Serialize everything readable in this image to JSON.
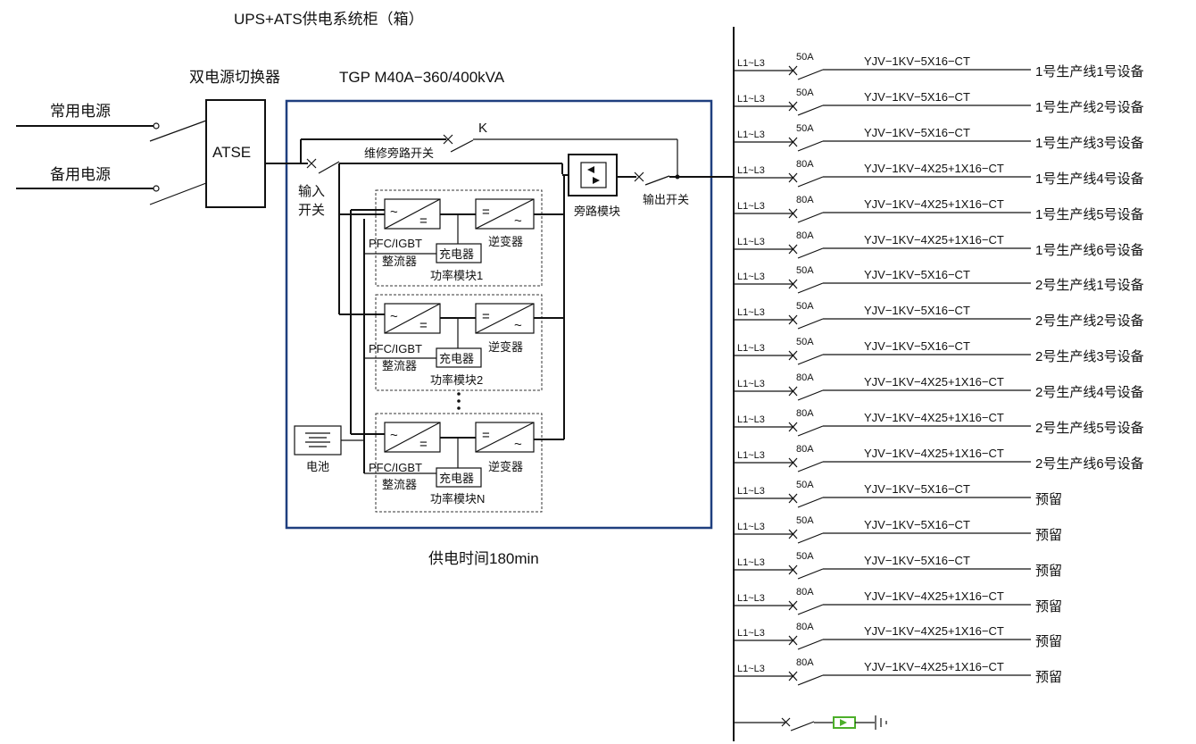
{
  "title": "UPS+ATS供电系统柜（箱）",
  "ats": {
    "title": "双电源切换器",
    "label": "ATSE",
    "source_normal": "常用电源",
    "source_backup": "备用电源"
  },
  "ups": {
    "model": "TGP M40A−360/400kVA",
    "k_label": "K",
    "maint_bypass": "维修旁路开关",
    "input_switch_1": "输入",
    "input_switch_2": "开关",
    "bypass_module": "旁路模块",
    "output_switch": "输出开关",
    "battery": "电池",
    "supply_time": "供电时间180min",
    "modules": [
      {
        "rectifier": "PFC/IGBT",
        "rectifier2": "整流器",
        "charger": "充电器",
        "inverter": "逆变器",
        "name": "功率模块1"
      },
      {
        "rectifier": "PFC/IGBT",
        "rectifier2": "整流器",
        "charger": "充电器",
        "inverter": "逆变器",
        "name": "功率模块2"
      },
      {
        "rectifier": "PFC/IGBT",
        "rectifier2": "整流器",
        "charger": "充电器",
        "inverter": "逆变器",
        "name": "功率模块N"
      }
    ]
  },
  "feeders": [
    {
      "phase": "L1~L3",
      "rating": "50A",
      "cable": "YJV−1KV−5X16−CT",
      "load": "1号生产线1号设备"
    },
    {
      "phase": "L1~L3",
      "rating": "50A",
      "cable": "YJV−1KV−5X16−CT",
      "load": "1号生产线2号设备"
    },
    {
      "phase": "L1~L3",
      "rating": "50A",
      "cable": "YJV−1KV−5X16−CT",
      "load": "1号生产线3号设备"
    },
    {
      "phase": "L1~L3",
      "rating": "80A",
      "cable": "YJV−1KV−4X25+1X16−CT",
      "load": "1号生产线4号设备"
    },
    {
      "phase": "L1~L3",
      "rating": "80A",
      "cable": "YJV−1KV−4X25+1X16−CT",
      "load": "1号生产线5号设备"
    },
    {
      "phase": "L1~L3",
      "rating": "80A",
      "cable": "YJV−1KV−4X25+1X16−CT",
      "load": "1号生产线6号设备"
    },
    {
      "phase": "L1~L3",
      "rating": "50A",
      "cable": "YJV−1KV−5X16−CT",
      "load": "2号生产线1号设备"
    },
    {
      "phase": "L1~L3",
      "rating": "50A",
      "cable": "YJV−1KV−5X16−CT",
      "load": "2号生产线2号设备"
    },
    {
      "phase": "L1~L3",
      "rating": "50A",
      "cable": "YJV−1KV−5X16−CT",
      "load": "2号生产线3号设备"
    },
    {
      "phase": "L1~L3",
      "rating": "80A",
      "cable": "YJV−1KV−4X25+1X16−CT",
      "load": "2号生产线4号设备"
    },
    {
      "phase": "L1~L3",
      "rating": "80A",
      "cable": "YJV−1KV−4X25+1X16−CT",
      "load": "2号生产线5号设备"
    },
    {
      "phase": "L1~L3",
      "rating": "80A",
      "cable": "YJV−1KV−4X25+1X16−CT",
      "load": "2号生产线6号设备"
    },
    {
      "phase": "L1~L3",
      "rating": "50A",
      "cable": "YJV−1KV−5X16−CT",
      "load": "预留"
    },
    {
      "phase": "L1~L3",
      "rating": "50A",
      "cable": "YJV−1KV−5X16−CT",
      "load": "预留"
    },
    {
      "phase": "L1~L3",
      "rating": "50A",
      "cable": "YJV−1KV−5X16−CT",
      "load": "预留"
    },
    {
      "phase": "L1~L3",
      "rating": "80A",
      "cable": "YJV−1KV−4X25+1X16−CT",
      "load": "预留"
    },
    {
      "phase": "L1~L3",
      "rating": "80A",
      "cable": "YJV−1KV−4X25+1X16−CT",
      "load": "预留"
    },
    {
      "phase": "L1~L3",
      "rating": "80A",
      "cable": "YJV−1KV−4X25+1X16−CT",
      "load": "预留"
    }
  ],
  "colors": {
    "line": "#111111",
    "ups_frame": "#1f3f7f",
    "surge": "#4caf2a"
  }
}
